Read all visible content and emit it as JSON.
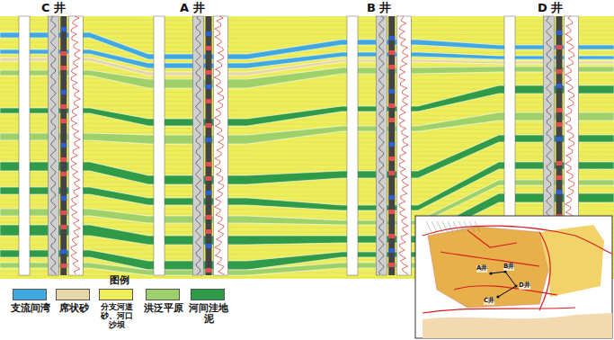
{
  "diagram": {
    "labels": [
      "C 井",
      "A 井",
      "B 井",
      "D 井",
      "图例",
      "A井",
      "B井",
      "C井",
      "D井"
    ],
    "legend": [
      {
        "text": "支流间湾",
        "color": "#3fa9e0"
      },
      {
        "text": "席状砂",
        "color": "#e6d7a6"
      },
      {
        "text": "分支河道砂、河口沙坝",
        "color": "#eeee5a"
      },
      {
        "text": "洪泛平原",
        "color": "#9fd16a"
      },
      {
        "text": "河间洼地泥",
        "color": "#2f9a48"
      }
    ]
  }
}
